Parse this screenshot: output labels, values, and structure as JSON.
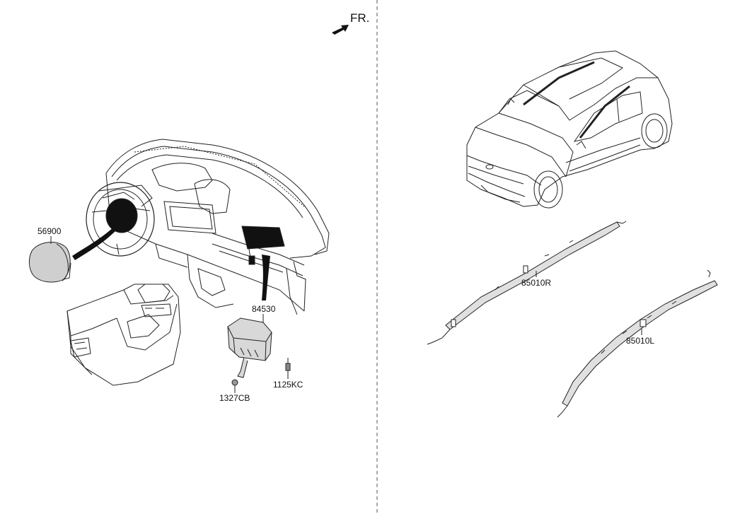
{
  "direction": {
    "label": "FR.",
    "icon": "front-direction-arrow-icon"
  },
  "parts": [
    {
      "number": "56900",
      "name": "driver-airbag"
    },
    {
      "number": "84530",
      "name": "passenger-airbag"
    },
    {
      "number": "1327CB",
      "name": "bracket-fastener"
    },
    {
      "number": "1125KC",
      "name": "bolt"
    },
    {
      "number": "85010R",
      "name": "curtain-airbag-right"
    },
    {
      "number": "85010L",
      "name": "curtain-airbag-left"
    }
  ],
  "colors": {
    "line": "#222222",
    "fill": "#ffffff",
    "part_fill": "#e6e6e6",
    "divider": "#555555"
  }
}
